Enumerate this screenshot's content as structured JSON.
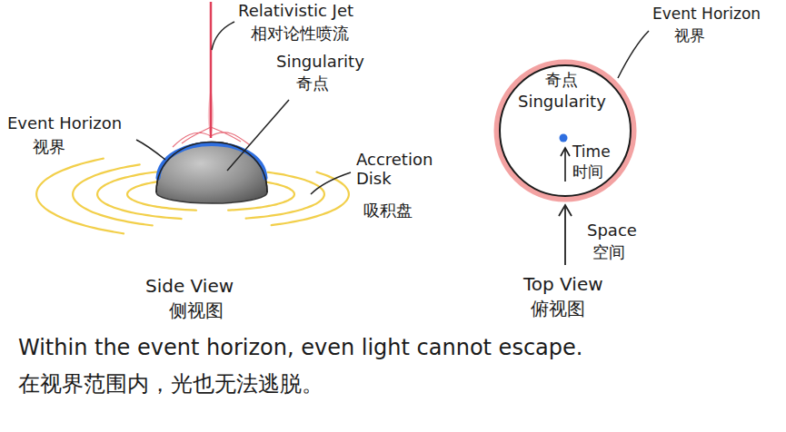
{
  "diagram": {
    "nodes": [
      {
        "text": [
          "奇点",
          "Singularity",
          "Time",
          "时间"
        ]
      }
    ],
    "labels": [
      "Relativistic Jet",
      "相对论性喷流",
      "Singularity",
      "奇点",
      "Event Horizon",
      "视界",
      "Accretion Disk",
      "吸积盘",
      "Side View",
      "侧视图",
      "Event Horizon",
      "视界",
      "Space",
      "空间",
      "Top View",
      "俯视图",
      "Within the event horizon, even light cannot escape.",
      "在视界范围内，光也无法逃脱。"
    ]
  }
}
